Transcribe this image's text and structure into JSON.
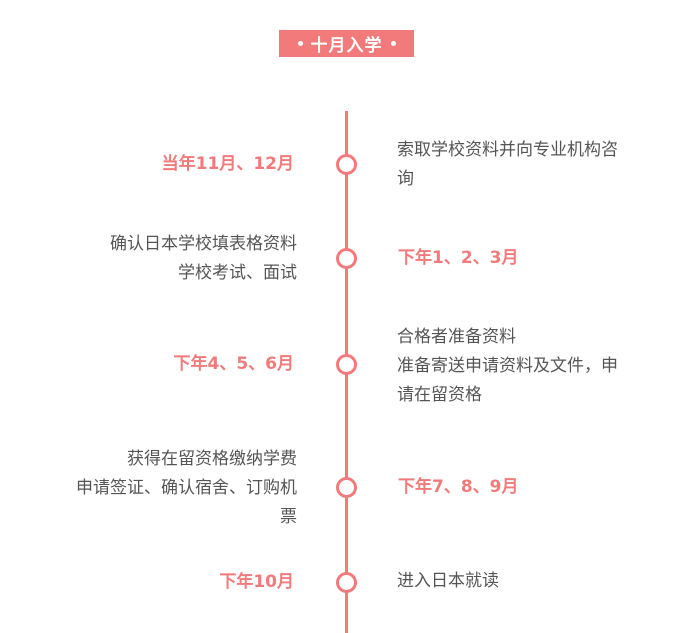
{
  "title": "十月入学",
  "colors": {
    "accent": "#f27a7a",
    "text": "#555555",
    "background": "#ffffff"
  },
  "events": [
    {
      "date": "当年11月、12月",
      "lines": [
        "索取学校资料并向专业机构咨",
        "询"
      ]
    },
    {
      "date": "下年1、2、3月",
      "lines": [
        "确认日本学校填表格资料",
        "学校考试、面试"
      ]
    },
    {
      "date": "下年4、5、6月",
      "lines": [
        "合格者准备资料",
        "准备寄送申请资料及文件，申",
        "请在留资格"
      ]
    },
    {
      "date": "下年7、8、9月",
      "lines": [
        "获得在留资格缴纳学费",
        "申请签证、确认宿舍、订购机",
        "票"
      ]
    },
    {
      "date": "下年10月",
      "lines": [
        "进入日本就读"
      ]
    }
  ]
}
